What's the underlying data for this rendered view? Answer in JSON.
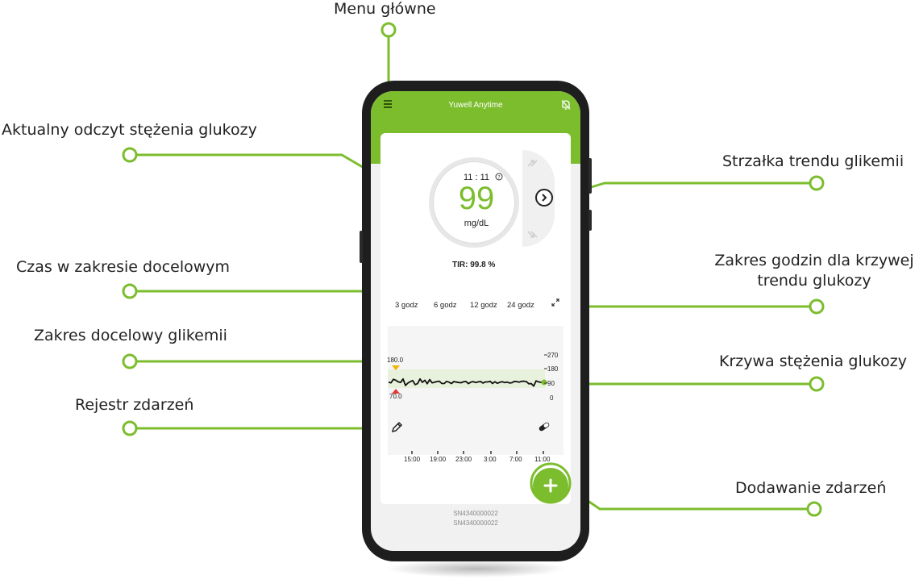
{
  "app": {
    "title": "Yuwell Anytime"
  },
  "callouts": {
    "main_menu": "Menu główne",
    "current_reading": "Aktualny odczyt stężenia glukozy",
    "trend_arrow": "Strzałka trendu glikemii",
    "time_in_range": "Czas w zakresie docelowym",
    "hour_range_line1": "Zakres godzin dla krzywej",
    "hour_range_line2": "trendu glukozy",
    "target_range": "Zakres docelowy glikemii",
    "glucose_curve": "Krzywa stężenia glukozy",
    "event_log": "Rejestr zdarzeń",
    "add_events": "Dodawanie zdarzeń"
  },
  "reading": {
    "time": "11 : 11",
    "value": "99",
    "unit": "mg/dL"
  },
  "tir": {
    "label": "TIR:",
    "value": "99.8 %"
  },
  "tabs": [
    "3 godz",
    "6 godz",
    "12 godz",
    "24 godz"
  ],
  "chart": {
    "upper_limit": "180.0",
    "lower_limit": "70.0",
    "y_ticks": [
      "270",
      "180",
      "90",
      "0"
    ],
    "x_ticks": [
      "15:00",
      "19:00",
      "23:00",
      "3:00",
      "7:00",
      "11:00"
    ]
  },
  "serials": [
    "SN4340000022",
    "SN4340000022"
  ],
  "colors": {
    "brand": "#7cbd2e",
    "high_marker": "#f5b400",
    "low_marker": "#e53935"
  },
  "icons": {
    "menu": "menu-icon",
    "mute": "mute-icon",
    "help": "help-icon",
    "trend": "arrow-right-icon",
    "expand": "expand-icon",
    "event_log": "pen-icon",
    "medication": "pill-icon",
    "add": "plus-icon"
  }
}
